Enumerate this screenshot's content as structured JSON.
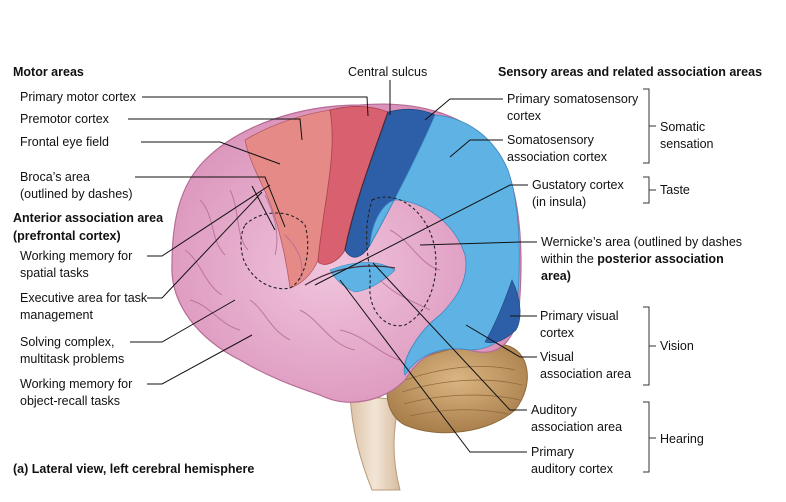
{
  "motor": {
    "heading": "Motor areas",
    "primary_motor": "Primary motor cortex",
    "premotor": "Premotor cortex",
    "frontal_eye": "Frontal eye field",
    "broca_1": "Broca’s area",
    "broca_2": "(outlined by dashes)"
  },
  "anterior": {
    "heading_1": "Anterior association area",
    "heading_2": "(prefrontal cortex)",
    "working_spatial_1": "Working memory for",
    "working_spatial_2": "spatial tasks",
    "executive_1": "Executive area for task",
    "executive_2": "management",
    "solving_1": "Solving complex,",
    "solving_2": "multitask problems",
    "object_1": "Working memory for",
    "object_2": "object-recall tasks"
  },
  "central_sulcus": "Central sulcus",
  "sensory": {
    "heading": "Sensory areas and related association areas",
    "primary_somato_1": "Primary somatosensory",
    "primary_somato_2": "cortex",
    "somato_assoc_1": "Somatosensory",
    "somato_assoc_2": "association cortex",
    "somatic_1": "Somatic",
    "somatic_2": "sensation",
    "gustatory_1": "Gustatory cortex",
    "gustatory_2": "(in insula)",
    "taste": "Taste",
    "wernicke_1": "Wernicke’s area (outlined by dashes",
    "wernicke_2a": "within the ",
    "wernicke_2b": "posterior association",
    "wernicke_3": "area)",
    "primary_visual_1": "Primary visual",
    "primary_visual_2": "cortex",
    "visual_assoc_1": "Visual",
    "visual_assoc_2": "association area",
    "vision": "Vision",
    "auditory_assoc_1": "Auditory",
    "auditory_assoc_2": "association area",
    "primary_auditory_1": "Primary",
    "primary_auditory_2": "auditory cortex",
    "hearing": "Hearing"
  },
  "caption": "(a) Lateral view, left cerebral hemisphere",
  "colors": {
    "pink": "#e6a9c9",
    "motor_red": "#d9606e",
    "premotor_salmon": "#e58a86",
    "somato_blue": "#2d5fa8",
    "assoc_light_blue": "#5fb2e4",
    "cerebellum": "#c9a06a",
    "brainstem": "#e9d5bf"
  }
}
